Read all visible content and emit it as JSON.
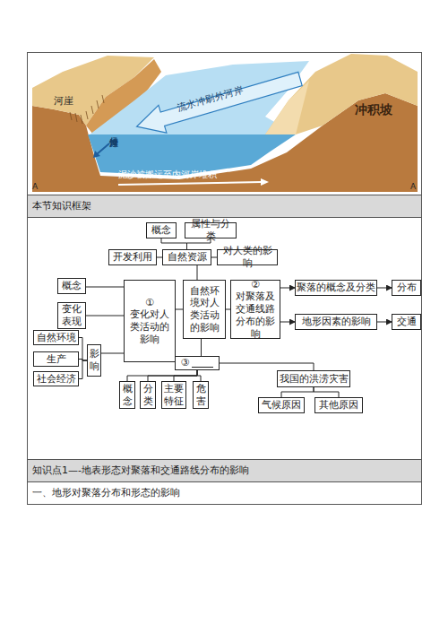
{
  "diagram": {
    "nodes": [
      {
        "text": [
          "本节知识框架"
        ]
      },
      {
        "text": [
          "概念"
        ]
      },
      {
        "text": [
          "属性与分类"
        ]
      },
      {
        "text": [
          "开发利用"
        ]
      },
      {
        "text": [
          "自然资源"
        ]
      },
      {
        "text": [
          "对人类的影响"
        ]
      },
      {
        "text": [
          "概念"
        ]
      },
      {
        "text": [
          "①",
          "变化对人类活动的影响"
        ]
      },
      {
        "text": [
          "自然环境对人类活动的影响"
        ]
      },
      {
        "text": [
          "②",
          "对聚落及交通线路分布的影响"
        ]
      },
      {
        "text": [
          "聚落的概念及分类"
        ]
      },
      {
        "text": [
          "分布"
        ]
      },
      {
        "text": [
          "变化表现"
        ]
      },
      {
        "text": [
          "地形因素的影响"
        ]
      },
      {
        "text": [
          "交通"
        ]
      },
      {
        "text": [
          "自然环境"
        ]
      },
      {
        "text": [
          "影响"
        ]
      },
      {
        "text": [
          "生产"
        ]
      },
      {
        "text": [
          "社会经济"
        ]
      },
      {
        "text": [
          "③"
        ]
      },
      {
        "text": [
          "我国的洪涝灾害"
        ]
      },
      {
        "text": [
          "概念"
        ]
      },
      {
        "text": [
          "分类"
        ]
      },
      {
        "text": [
          "主要特征"
        ]
      },
      {
        "text": [
          "危害"
        ]
      },
      {
        "text": [
          "气候原因"
        ]
      },
      {
        "text": [
          "其他原因"
        ]
      },
      {
        "text": [
          "知识点1—-地表形态对聚落和交通路线分布的影响"
        ]
      },
      {
        "text": [
          "一、地形对聚落分布和形态的影响"
        ]
      }
    ],
    "edges": [
      {
        "from": 4,
        "to": 1,
        "arrow": "none"
      },
      {
        "from": 4,
        "to": 2,
        "arrow": "none"
      },
      {
        "from": 3,
        "to": 4,
        "arrow": "none"
      },
      {
        "from": 4,
        "to": 5,
        "arrow": "none"
      },
      {
        "from": 4,
        "to": 8,
        "arrow": "none"
      },
      {
        "from": 8,
        "to": 7,
        "arrow": "none"
      },
      {
        "from": 8,
        "to": 9,
        "arrow": "none"
      },
      {
        "from": 7,
        "to": 6,
        "arrow": "none"
      },
      {
        "from": 7,
        "to": 12,
        "arrow": "none"
      },
      {
        "from": 9,
        "to": 10,
        "arrow": "to"
      },
      {
        "from": 10,
        "to": 11,
        "arrow": "to"
      },
      {
        "from": 9,
        "to": 13,
        "arrow": "to"
      },
      {
        "from": 13,
        "to": 14,
        "arrow": "to"
      },
      {
        "from": 16,
        "to": 15,
        "arrow": "none"
      },
      {
        "from": 16,
        "to": 17,
        "arrow": "none"
      },
      {
        "from": 16,
        "to": 18,
        "arrow": "none"
      },
      {
        "from": 16,
        "to": 7,
        "arrow": "none"
      },
      {
        "from": 8,
        "to": 19,
        "arrow": "none"
      },
      {
        "from": 19,
        "to": 21,
        "arrow": "none"
      },
      {
        "from": 19,
        "to": 22,
        "arrow": "none"
      },
      {
        "from": 19,
        "to": 23,
        "arrow": "none"
      },
      {
        "from": 19,
        "to": 24,
        "arrow": "none"
      },
      {
        "from": 19,
        "to": 20,
        "arrow": "none"
      },
      {
        "from": 20,
        "to": 25,
        "arrow": "none"
      },
      {
        "from": 20,
        "to": 26,
        "arrow": "none"
      }
    ],
    "labels": [
      "河崖",
      "流水冲刷外河岸",
      "冲积坡",
      "侵蚀外河岸",
      "泥沙被搬运至内河岸堆积",
      "A",
      "A"
    ]
  }
}
